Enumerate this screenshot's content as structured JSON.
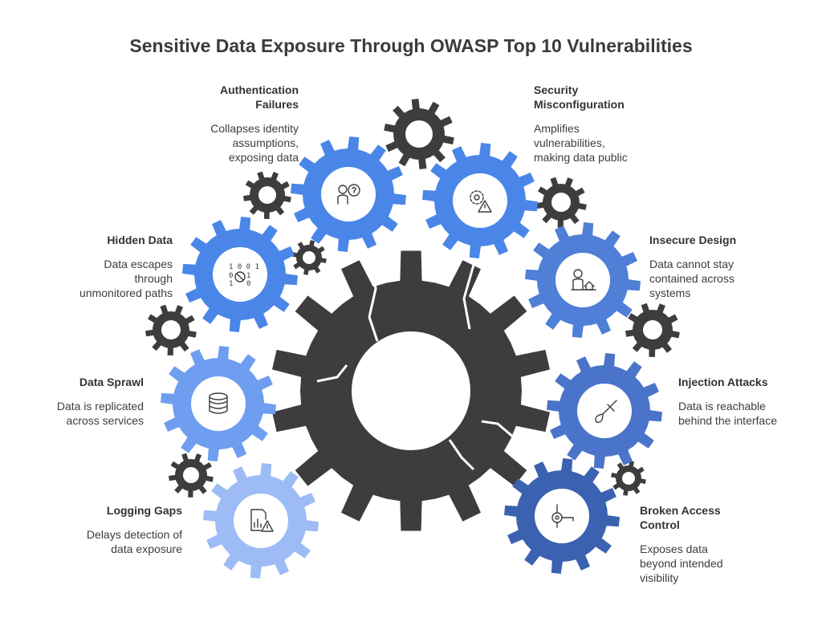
{
  "title": "Sensitive Data Exposure Through OWASP Top 10 Vulnerabilities",
  "items": [
    {
      "heading": "Authentication\nFailures",
      "description": "Collapses identity\nassumptions,\nexposing data",
      "icon": "user-question-icon",
      "color": "#4a86e8"
    },
    {
      "heading": "Security\nMisconfiguration",
      "description": "Amplifies\nvulnerabilities,\nmaking data public",
      "icon": "gear-warning-icon",
      "color": "#4a86e8"
    },
    {
      "heading": "Hidden Data",
      "description": "Data escapes\nthrough\nunmonitored paths",
      "icon": "binary-data-icon",
      "color": "#4a86e8"
    },
    {
      "heading": "Insecure Design",
      "description": "Data cannot stay\ncontained across\nsystems",
      "icon": "person-house-icon",
      "color": "#4f7fd6"
    },
    {
      "heading": "Data Sprawl",
      "description": "Data is replicated\nacross services",
      "icon": "database-icon",
      "color": "#6f9ef0"
    },
    {
      "heading": "Injection Attacks",
      "description": "Data is reachable\nbehind the interface",
      "icon": "syringe-icon",
      "color": "#4a74c9"
    },
    {
      "heading": "Logging Gaps",
      "description": "Delays detection of\ndata exposure",
      "icon": "log-warning-icon",
      "color": "#9dbcf5"
    },
    {
      "heading": "Broken Access\nControl",
      "description": "Exposes data\nbeyond intended\nvisibility",
      "icon": "key-icon",
      "color": "#3b62b0"
    }
  ],
  "gear_dark_color": "#3d3d3d"
}
